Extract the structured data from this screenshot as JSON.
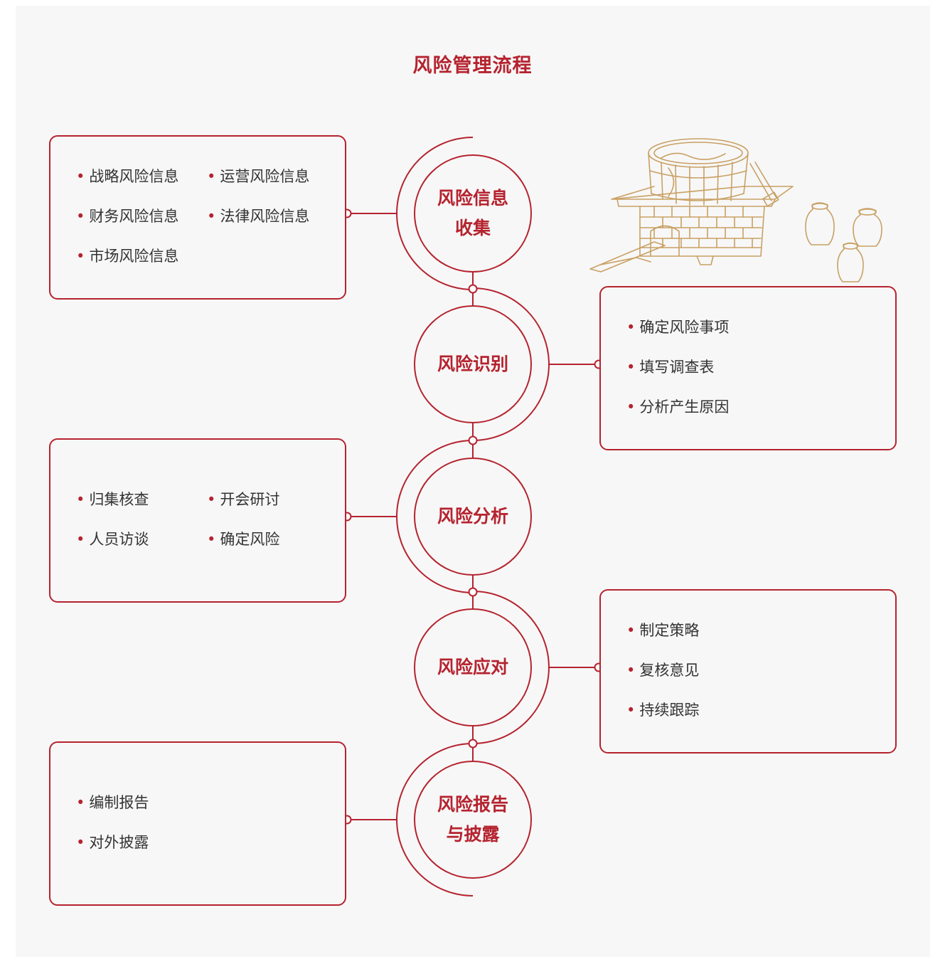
{
  "title": "风险管理流程",
  "colors": {
    "accent": "#b5232f",
    "illustration": "#c9a064",
    "panel": "#f7f7f7"
  },
  "stages": [
    {
      "lines": [
        "风险信息",
        "收集"
      ],
      "items": [
        "战略风险信息",
        "运营风险信息",
        "财务风险信息",
        "法律风险信息",
        "市场风险信息"
      ]
    },
    {
      "lines": [
        "风险识别"
      ],
      "items": [
        "确定风险事项",
        "填写调查表",
        "分析产生原因"
      ]
    },
    {
      "lines": [
        "风险分析"
      ],
      "items": [
        "归集核查",
        "开会研讨",
        "人员访谈",
        "确定风险"
      ]
    },
    {
      "lines": [
        "风险应对"
      ],
      "items": [
        "制定策略",
        "复核意见",
        "持续跟踪"
      ]
    },
    {
      "lines": [
        "风险报告",
        "与披露"
      ],
      "items": [
        "编制报告",
        "对外披露"
      ]
    }
  ],
  "illustration": "wine-distillery-sketch-icon"
}
